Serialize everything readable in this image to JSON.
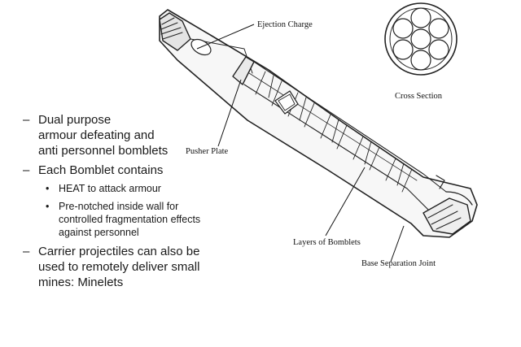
{
  "labels": {
    "ejection_charge": "Ejection Charge",
    "cross_section": "Cross Section",
    "pusher_plate": "Pusher Plate",
    "layers_of_bomblets": "Layers of Bomblets",
    "base_separation_joint": "Base Separation Joint"
  },
  "bullets": [
    {
      "lines": [
        "Dual purpose",
        "armour defeating and",
        "anti personnel bomblets"
      ]
    },
    {
      "lines": [
        "Each Bomblet contains"
      ],
      "sub": [
        {
          "lines": [
            "HEAT to attack armour"
          ]
        },
        {
          "lines": [
            "Pre-notched inside wall for",
            "controlled fragmentation effects",
            "against personnel"
          ]
        }
      ]
    },
    {
      "lines": [
        "Carrier projectiles can also be",
        "used to remotely deliver small",
        "mines: Minelets"
      ]
    }
  ]
}
